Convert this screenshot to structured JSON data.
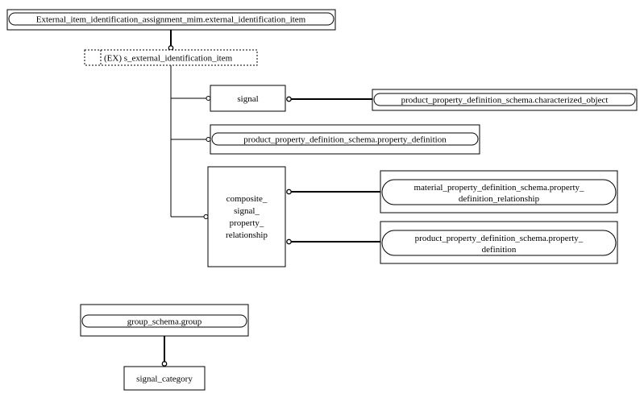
{
  "diagram": {
    "nodes": {
      "external_item": {
        "label": "External_item_identification_assignment_mim.external_identification_item",
        "kind": "external-reference"
      },
      "select_type": {
        "label": "(EX) s_external_identification_item",
        "kind": "select-type"
      },
      "signal": {
        "label": "signal",
        "kind": "entity"
      },
      "characterized_object": {
        "label": "product_property_definition_schema.characterized_object",
        "kind": "external-reference"
      },
      "property_definition_ref": {
        "label": "product_property_definition_schema.property_definition",
        "kind": "external-reference"
      },
      "composite_relationship": {
        "lines": [
          "composite_",
          "signal_",
          "property_",
          "relationship"
        ],
        "kind": "entity"
      },
      "material_relationship": {
        "lines": [
          "material_property_definition_schema.property_",
          "definition_relationship"
        ],
        "kind": "external-reference"
      },
      "product_property_definition": {
        "lines": [
          "product_property_definition_schema.property_",
          "definition"
        ],
        "kind": "external-reference"
      },
      "group": {
        "label": "group_schema.group",
        "kind": "external-reference"
      },
      "signal_category": {
        "label": "signal_category",
        "kind": "entity"
      }
    }
  }
}
